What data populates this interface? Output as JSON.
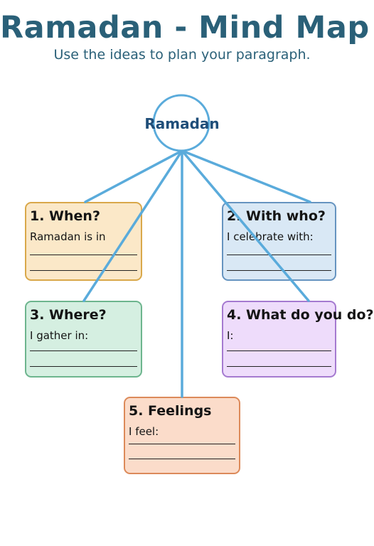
{
  "title": "Ramadan - Mind Map",
  "subtitle": "Use the ideas to plan your paragraph.",
  "center": {
    "label": "Ramadan"
  },
  "colors": {
    "title": "#2a6078",
    "connector": "#5aabdb",
    "center_text": "#1f4e79",
    "when": "#fbe8c8",
    "who": "#d9e8f5",
    "where": "#d5efe1",
    "do": "#eedcfb",
    "feelings": "#fbdcca"
  },
  "boxes": {
    "when": {
      "heading": "1. When?",
      "prompt": "Ramadan is in"
    },
    "who": {
      "heading": "2. With who?",
      "prompt": "I celebrate with:"
    },
    "where": {
      "heading": "3. Where?",
      "prompt": "I gather in:"
    },
    "do": {
      "heading": "4. What do you do?",
      "prompt": "I:"
    },
    "feelings": {
      "heading": "5. Feelings",
      "prompt": "I feel:"
    }
  }
}
